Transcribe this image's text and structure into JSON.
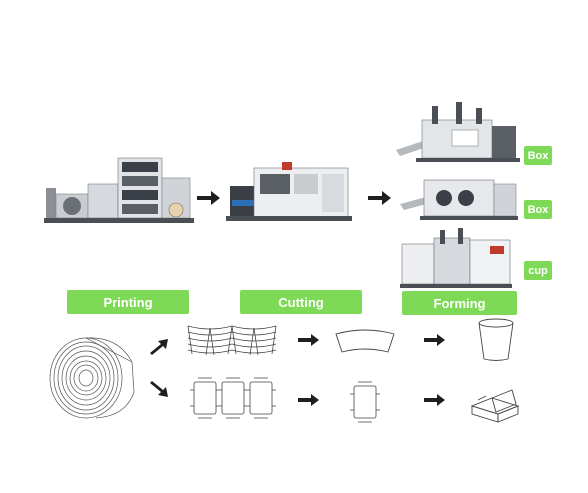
{
  "stages": [
    {
      "id": "printing",
      "label": "Printing"
    },
    {
      "id": "cutting",
      "label": "Cutting"
    },
    {
      "id": "forming",
      "label": "Forming"
    }
  ],
  "products": [
    {
      "id": "box-1",
      "label": "Box"
    },
    {
      "id": "box-2",
      "label": "Box"
    },
    {
      "id": "cup",
      "label": "cup"
    }
  ],
  "colors": {
    "accent": "#7ed957",
    "arrow": "#1f1f1f",
    "machine_body": "#d9dcdf",
    "machine_dark": "#5a5f66"
  },
  "icons": {
    "printing_machine": "flexo-printing-machine-image",
    "cutting_machine": "die-cutting-machine-image",
    "box_machine": "box-forming-machine-image",
    "cup_machine": "cup-forming-machine-image",
    "paper_roll": "paper-roll-icon",
    "cup_fans": "cup-fan-blanks-icon",
    "box_blanks": "box-blanks-icon",
    "cup_fan": "single-cup-fan-icon",
    "box_blank": "single-box-blank-icon",
    "cup": "paper-cup-icon",
    "box": "paper-box-icon"
  }
}
